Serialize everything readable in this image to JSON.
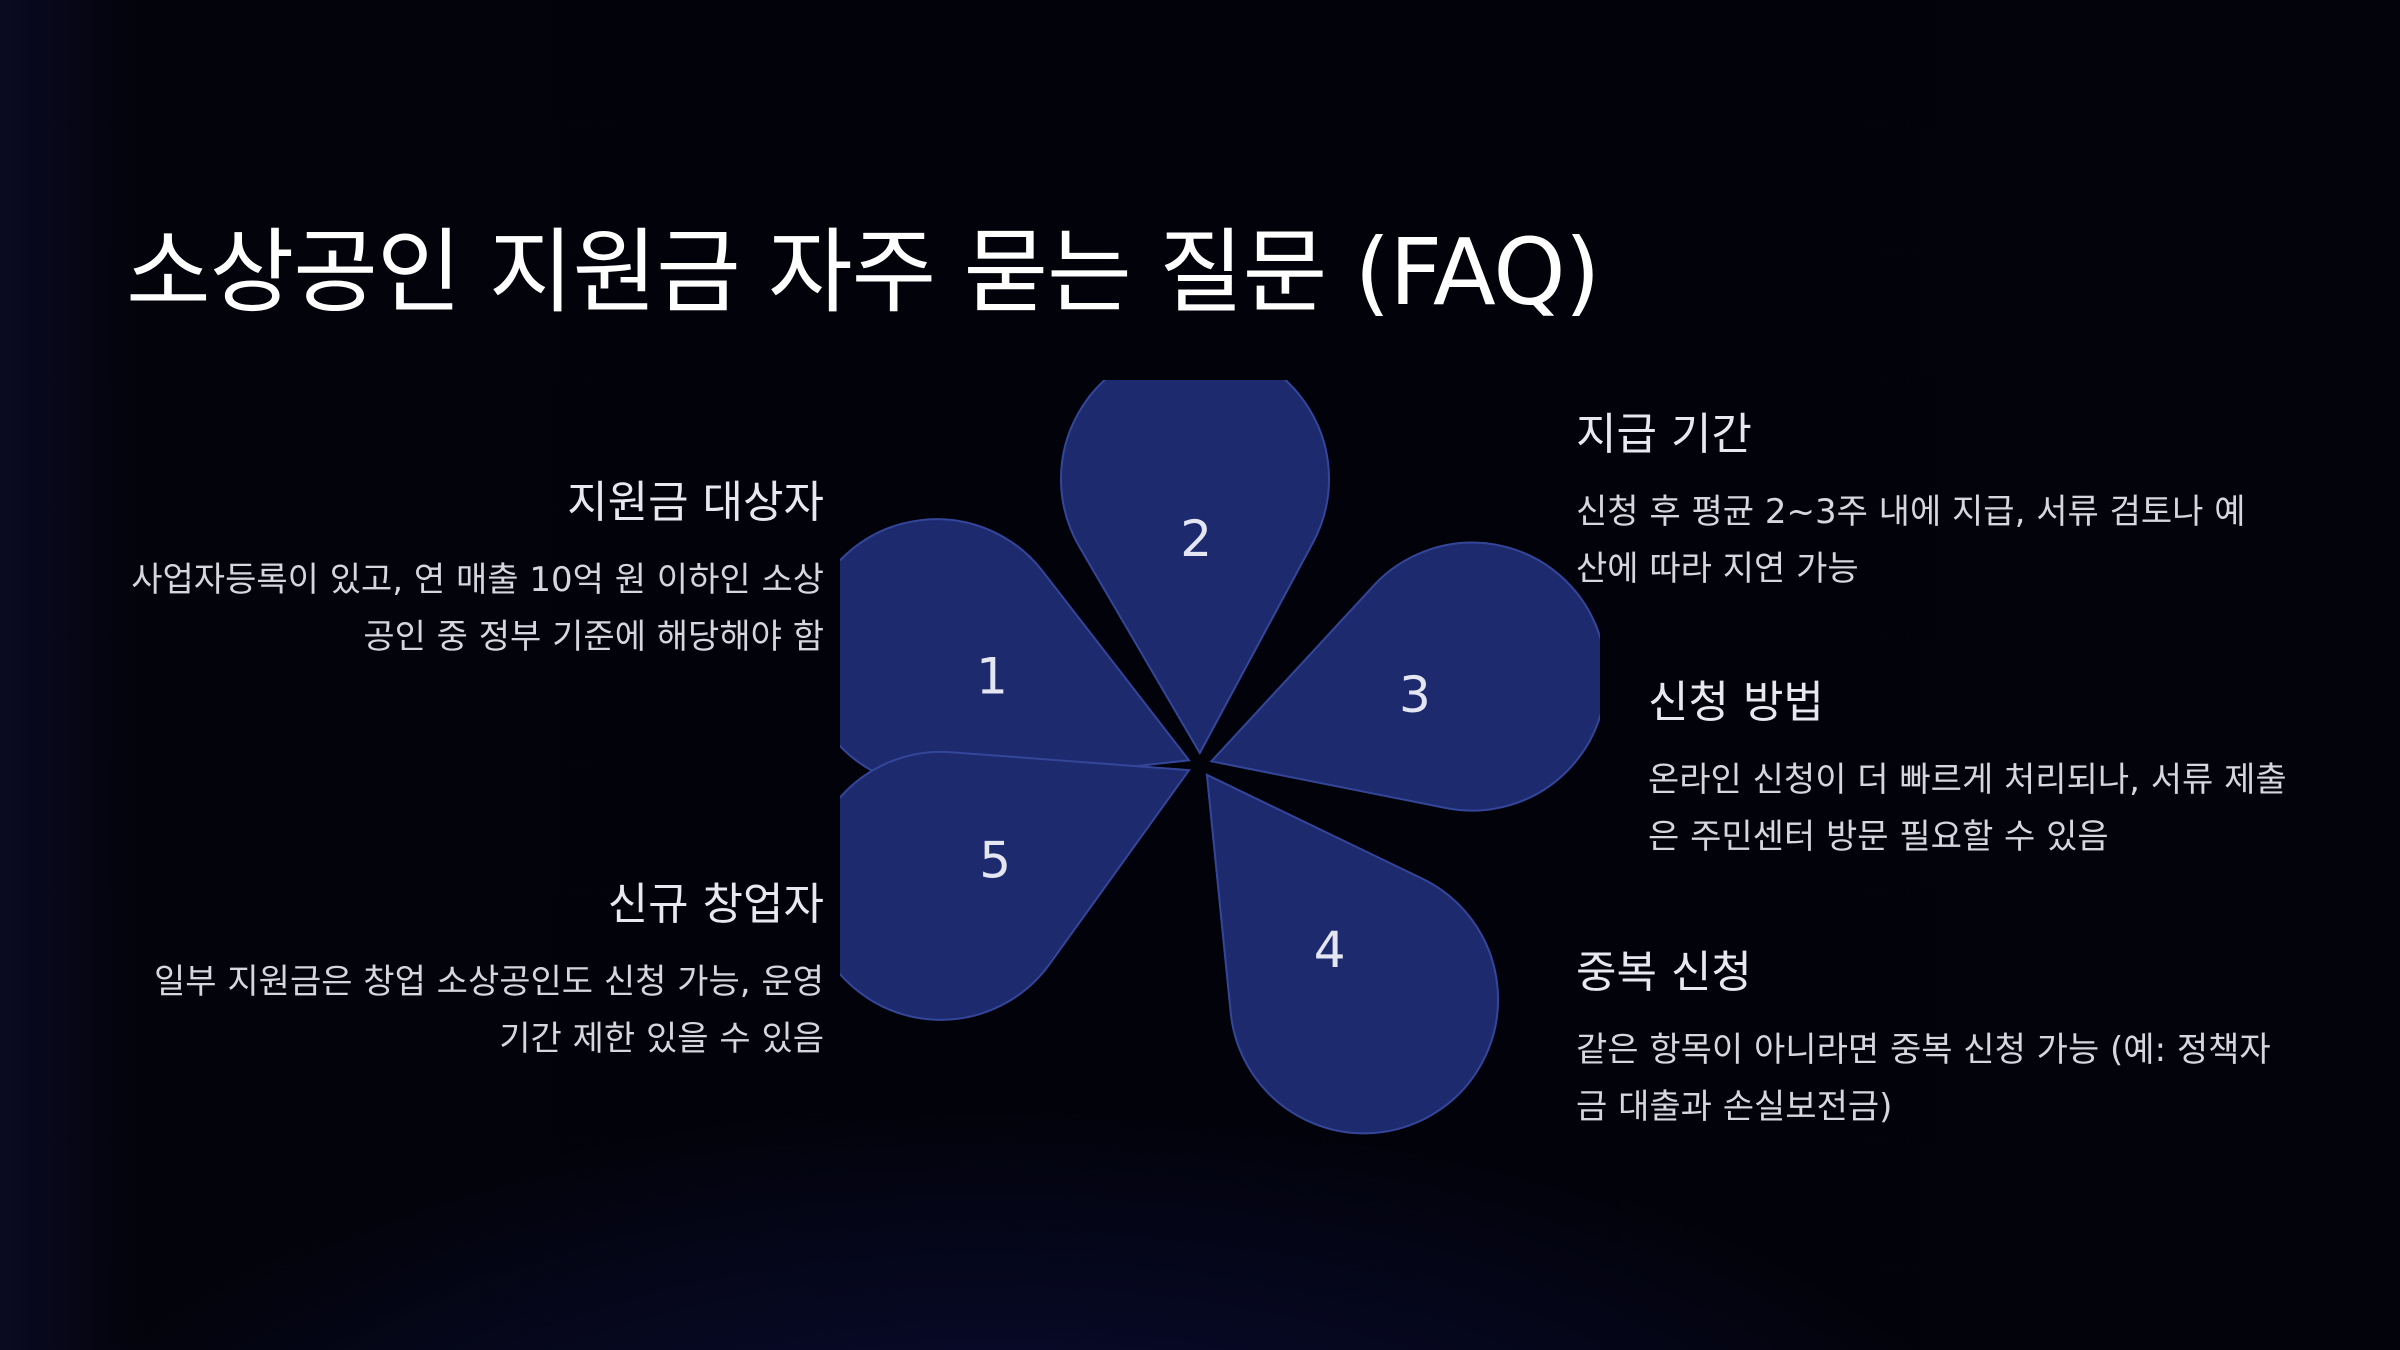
{
  "title": "소상공인 지원금 자주 묻는 질문 (FAQ)",
  "colors": {
    "petal_fill": "#1e2a6e",
    "petal_stroke": "#34469a",
    "background": "#02020a"
  },
  "petals": [
    {
      "number": "1",
      "question": "지원금 대상자",
      "answer": "사업자등록이 있고, 연 매출 10억 원 이하인 소상공인 중 정부 기준에 해당해야 함"
    },
    {
      "number": "2",
      "question": "지급 기간",
      "answer": "신청 후 평균 2~3주 내에 지급, 서류 검토나 예산에 따라 지연 가능"
    },
    {
      "number": "3",
      "question": "신청 방법",
      "answer": "온라인 신청이 더 빠르게 처리되나, 서류 제출은 주민센터 방문 필요할 수 있음"
    },
    {
      "number": "4",
      "question": "중복 신청",
      "answer": "같은 항목이 아니라면 중복 신청 가능 (예: 정책자금 대출과 손실보전금)"
    },
    {
      "number": "5",
      "question": "신규 창업자",
      "answer": "일부 지원금은 창업 소상공인도 신청 가능, 운영 기간 제한 있을 수 있음"
    }
  ]
}
